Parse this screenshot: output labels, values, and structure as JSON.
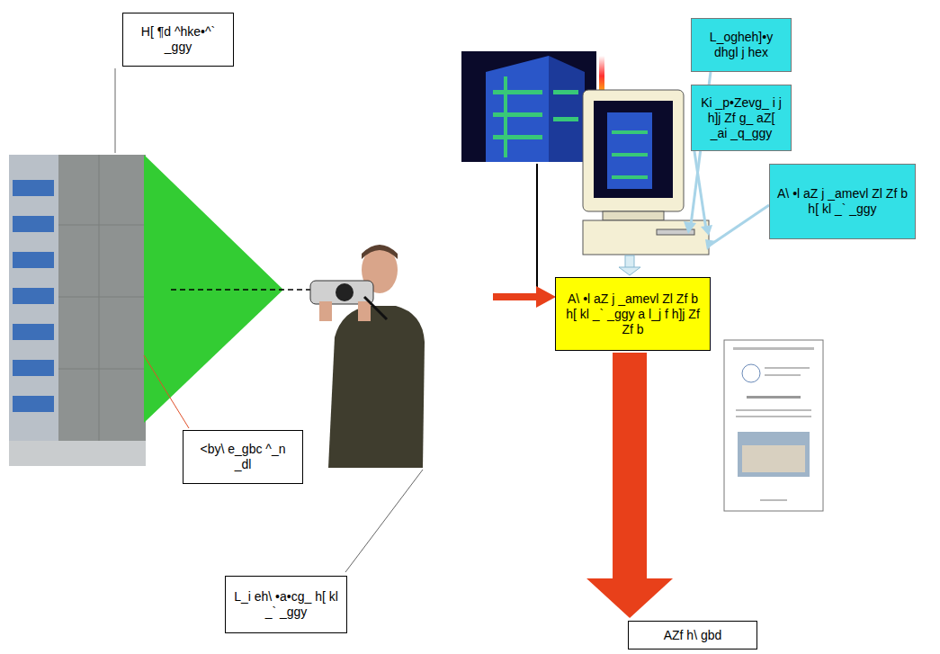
{
  "diagram": {
    "nodes": [
      {
        "text": [
          "H[ ¶d ^hke•^` _ggy"
        ]
      },
      {
        "text": [
          "<by\\ e_gbc ^_n _dl"
        ]
      },
      {
        "text": [
          "L_i eh\\ •a•cg_ h[ kl _` _ggy"
        ]
      },
      {
        "text": [
          "L_ogheh]•y dhgl j hex"
        ]
      },
      {
        "text": [
          "Ki _p•Zevg_ i j h]j Zf g_ aZ[ _ai _q_ggy"
        ]
      },
      {
        "text": [
          "A\\ •l aZ j _amevl Zl Zf b h[ kl _` _ggy"
        ]
      },
      {
        "text": [
          "A\\ •l aZ j _amevl Zl Zf b h[ kl _` _ggy a l_j f h]j Zf Zf b"
        ]
      },
      {
        "text": [
          "AZf h\\ gbd"
        ]
      }
    ],
    "edges": [
      {
        "from": 6,
        "to": 7,
        "arrow": "to"
      }
    ]
  }
}
